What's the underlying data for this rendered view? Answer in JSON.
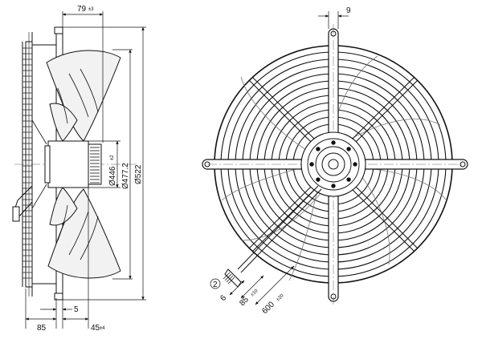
{
  "side_view": {
    "dim_depth": {
      "value": "79",
      "tol": "±3"
    },
    "dim_rim_offset": "85",
    "dim_flange": "5",
    "dim_hub_depth": {
      "value": "45",
      "tol": "±4"
    },
    "dim_d1": {
      "value": "Ø446",
      "tol": "±2"
    },
    "dim_d2": "Ø477.2",
    "dim_d3": "Ø522"
  },
  "front_view": {
    "dim_width": "9",
    "dim_cable_6": "6",
    "dim_cable_85": {
      "value": "85",
      "tol": "±10"
    },
    "dim_cable_600": {
      "value": "600",
      "tol": "±20"
    },
    "callout_number": "2"
  },
  "colors": {
    "line": "#111111",
    "light_line": "#777777",
    "fill_light": "#f2f2f2",
    "white": "#ffffff"
  }
}
